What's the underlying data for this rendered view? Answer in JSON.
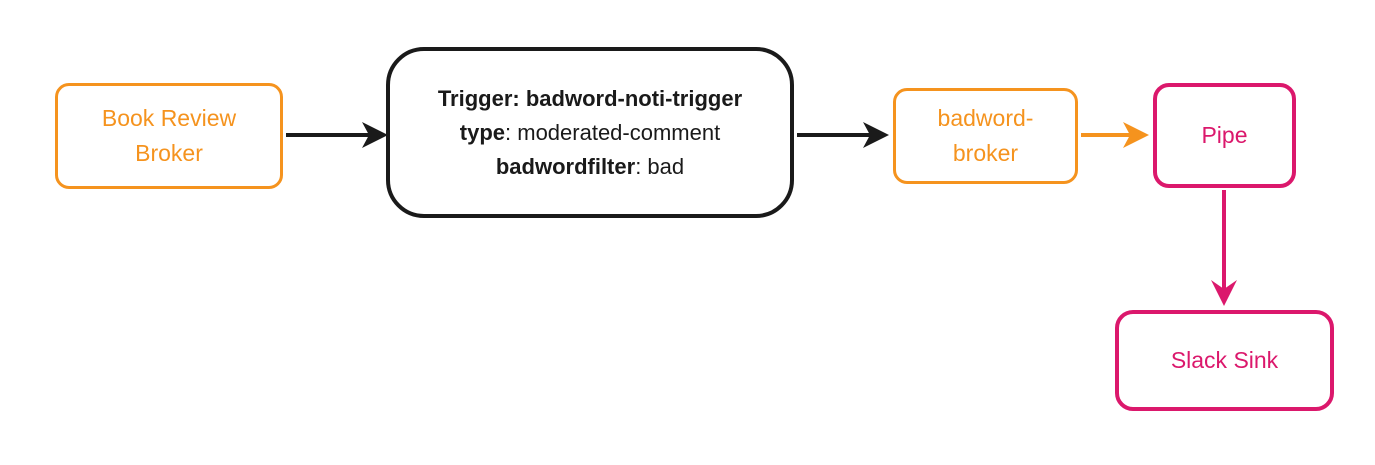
{
  "colors": {
    "orange": "#F5931E",
    "black": "#1A1A1A",
    "pink": "#DB186C",
    "background": "#FFFFFF"
  },
  "nodes": {
    "book_review_broker": {
      "label": "Book Review Broker"
    },
    "trigger": {
      "line1_bold": "Trigger: badword-noti-trigger",
      "line2_bold": "type",
      "line2_rest": ": moderated-comment",
      "line3_bold": "badwordfilter",
      "line3_rest": ": bad"
    },
    "badword_broker": {
      "label": "badword-broker"
    },
    "pipe": {
      "label": "Pipe"
    },
    "slack_sink": {
      "label": "Slack Sink"
    }
  },
  "edges": {
    "broker_to_trigger": "book-review-broker to trigger",
    "trigger_to_badword_broker": "trigger to badword-broker",
    "badword_broker_to_pipe": "badword-broker to pipe",
    "pipe_to_slack_sink": "pipe to slack-sink"
  }
}
